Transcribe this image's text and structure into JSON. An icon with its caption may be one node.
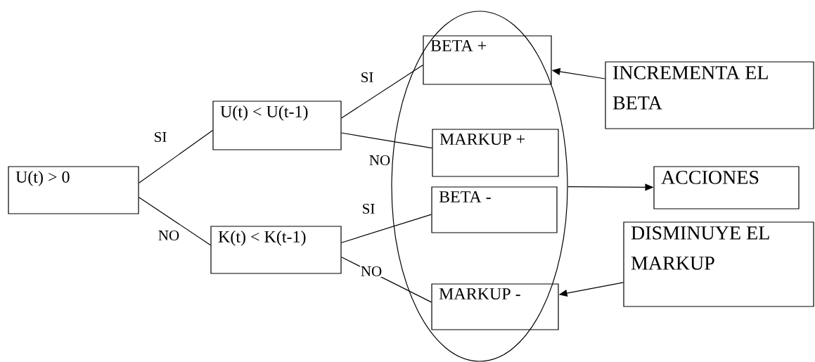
{
  "diagram": {
    "nodes": [
      {
        "text": [
          "U(t) > 0"
        ]
      },
      {
        "text": [
          "U(t) < U(t-1)"
        ]
      },
      {
        "text": [
          "K(t) < K(t-1)"
        ]
      },
      {
        "text": [],
        "shape": "ellipse"
      },
      {
        "text": [
          "BETA +"
        ],
        "in": 3
      },
      {
        "text": [
          "MARKUP +"
        ],
        "in": 3
      },
      {
        "text": [
          "BETA -"
        ],
        "in": 3
      },
      {
        "text": [
          "MARKUP -"
        ],
        "in": 3
      },
      {
        "text": [
          "INCREMENTA EL BETA"
        ]
      },
      {
        "text": [
          "ACCIONES"
        ]
      },
      {
        "text": [
          "DISMINUYE EL MARKUP"
        ]
      }
    ],
    "edges": [
      {
        "from": 0,
        "to": 1,
        "arrow": "none",
        "label": "SI"
      },
      {
        "from": 0,
        "to": 2,
        "arrow": "none",
        "label": "NO"
      },
      {
        "from": 1,
        "to": 4,
        "arrow": "none",
        "label": "SI"
      },
      {
        "from": 1,
        "to": 5,
        "arrow": "none",
        "label": "NO"
      },
      {
        "from": 2,
        "to": 6,
        "arrow": "none",
        "label": "SI"
      },
      {
        "from": 2,
        "to": 7,
        "arrow": "none",
        "label": "NO"
      },
      {
        "from": 8,
        "to": 4,
        "arrow": "to"
      },
      {
        "from": 3,
        "to": 9,
        "arrow": "to"
      },
      {
        "from": 10,
        "to": 7,
        "arrow": "to"
      }
    ]
  }
}
